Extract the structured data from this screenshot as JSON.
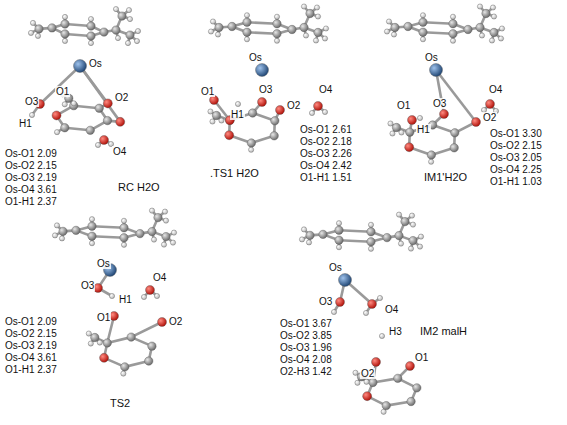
{
  "diagram": {
    "labels": [
      "Os",
      "O1",
      "O2",
      "O3",
      "H1",
      "O4",
      "Os-O1 2.09",
      "Os-O2 2.15",
      "Os-O3 2.19",
      "Os-O4 3.61",
      "O1-H1 2.37",
      "RC H2O",
      "Os",
      "O1",
      "O3",
      "O4",
      "H1",
      "O2",
      "Os-O1 2.61",
      "Os-O2 2.18",
      "Os-O3 2.26",
      "Os-O4 2.42",
      "O1-H1 1.51",
      ".TS1 H2O",
      "Os",
      "O4",
      "O3",
      "O1",
      "H1",
      "O2",
      "Os-O1 3.30",
      "Os-O2 2.15",
      "Os-O3 2.05",
      "Os-O4 2.25",
      "O1-H1 1.03",
      "IM1'H2O",
      "Os",
      "O3",
      "O4",
      "H1",
      "O1",
      "O2",
      "Os-O1 2.09",
      "Os-O2 2.15",
      "Os-O3 2.19",
      "Os-O4 3.61",
      "O1-H1 2.37",
      "TS2",
      "Os",
      "O3",
      "O4",
      "H3",
      "O2",
      "O1",
      "Os-O1 3.67",
      "Os-O2 3.85",
      "Os-O3 1.96",
      "Os-O4 2.08",
      "O2-H3 1.42",
      "IM2 malH"
    ]
  }
}
